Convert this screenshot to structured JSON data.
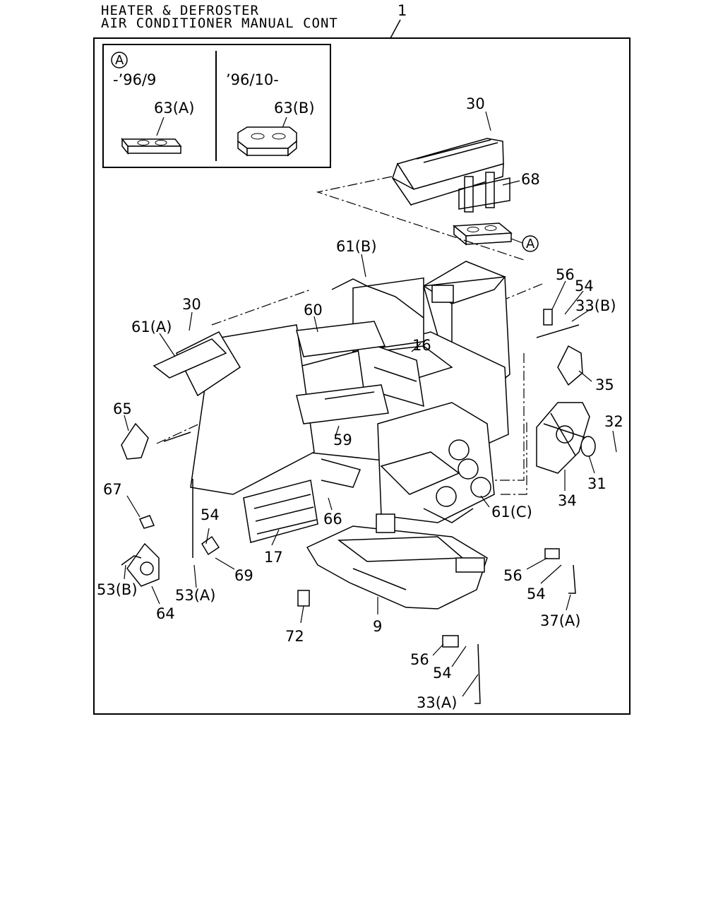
{
  "header": {
    "title_line1": "HEATER & DEFROSTER",
    "title_line2": "AIR CONDITIONER MANUAL CONT",
    "assembly_ref": "1"
  },
  "inset": {
    "marker": "A",
    "left": {
      "date": "-’96/9",
      "part": "63(A)"
    },
    "right": {
      "date": "’96/10-",
      "part": "63(B)"
    }
  },
  "callouts": {
    "p30_top": "30",
    "p68": "68",
    "pA": "A",
    "p61B": "61(B)",
    "p56_top": "56",
    "p54_top": "54",
    "p33B": "33(B)",
    "p30_left": "30",
    "p60": "60",
    "p61A": "61(A)",
    "p16": "16",
    "p35": "35",
    "p65": "65",
    "p32": "32",
    "p59": "59",
    "p31": "31",
    "p34": "34",
    "p67": "67",
    "p61C": "61(C)",
    "p66": "66",
    "p54_left": "54",
    "p17": "17",
    "p69": "69",
    "p53B": "53(B)",
    "p53A": "53(A)",
    "p64": "64",
    "p56_right": "56",
    "p54_right": "54",
    "p37A": "37(A)",
    "p72": "72",
    "p9": "9",
    "p56_bottom": "56",
    "p54_bottom": "54",
    "p33A": "33(A)"
  }
}
